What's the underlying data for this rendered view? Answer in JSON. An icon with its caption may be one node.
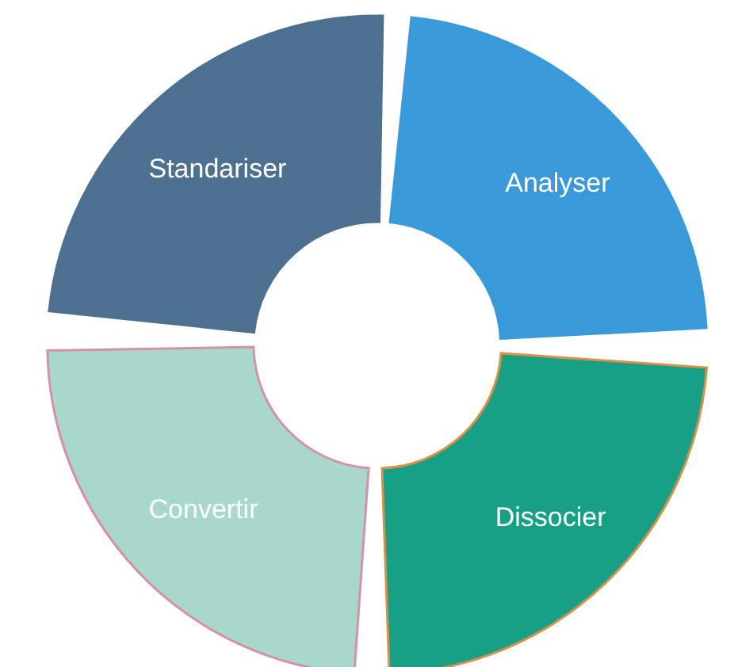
{
  "diagram": {
    "nodes": [
      {
        "text": [
          "Standariser"
        ]
      },
      {
        "text": [
          "Analyser"
        ]
      },
      {
        "text": [
          "Dissocier"
        ]
      },
      {
        "text": [
          "Convertir"
        ]
      }
    ]
  }
}
